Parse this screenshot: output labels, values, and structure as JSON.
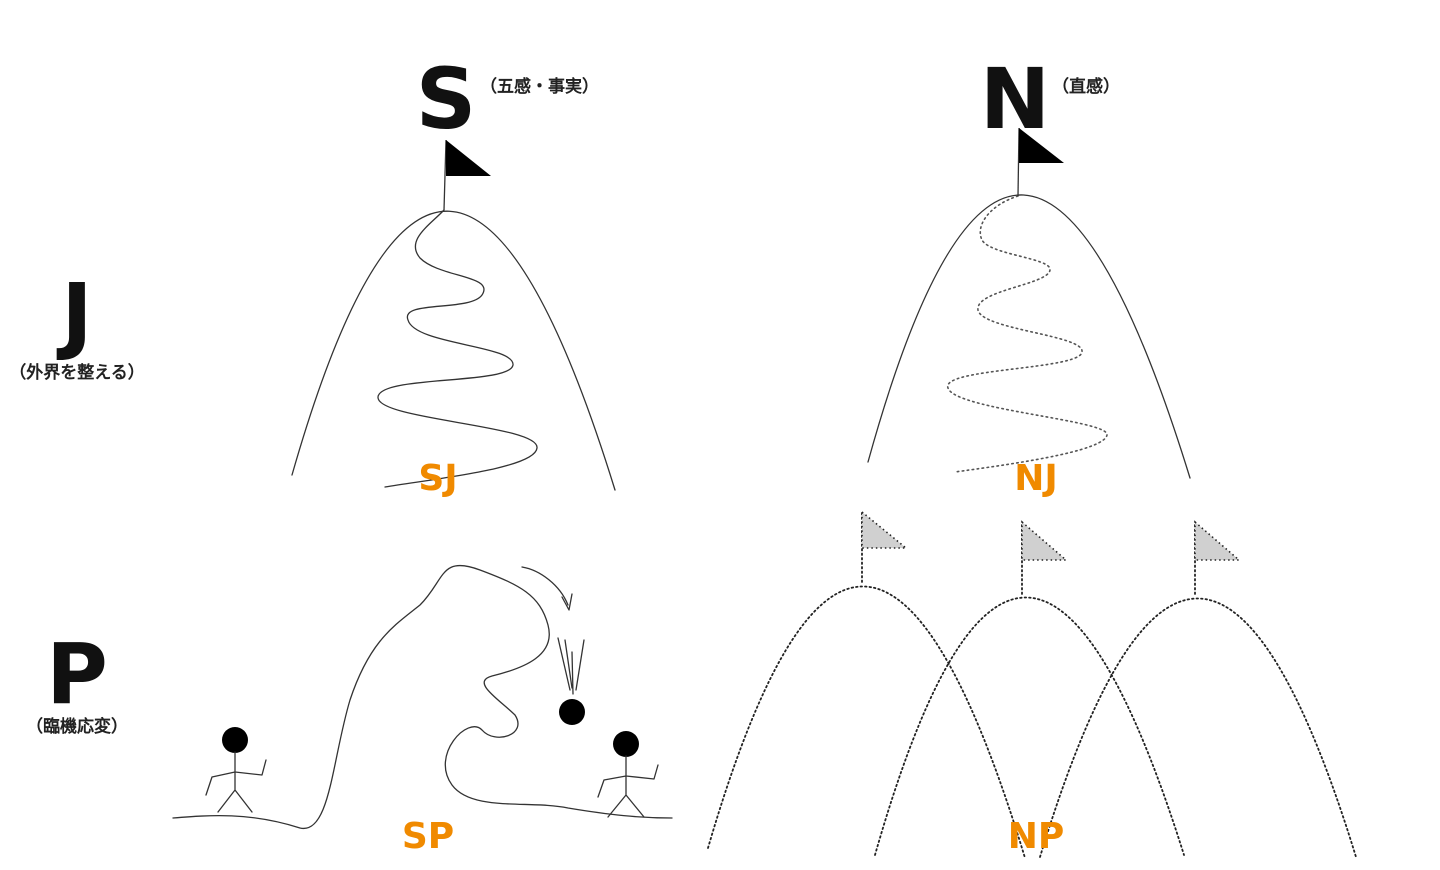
{
  "axes": {
    "top_left": {
      "letter": "S",
      "note": "（五感・事実）"
    },
    "top_right": {
      "letter": "N",
      "note": "（直感）"
    },
    "row_top": {
      "letter": "J",
      "note": "（外界を整える）"
    },
    "row_bottom": {
      "letter": "P",
      "note": "（臨機応変）"
    }
  },
  "quadrants": {
    "sj": {
      "label": "SJ"
    },
    "nj": {
      "label": "NJ"
    },
    "sp": {
      "label": "SP"
    },
    "np": {
      "label": "NP"
    }
  },
  "colors": {
    "label": "#f08a00",
    "ink": "#111111",
    "flag_fill": "#000000",
    "np_flag_fill": "#d0d0d0"
  }
}
